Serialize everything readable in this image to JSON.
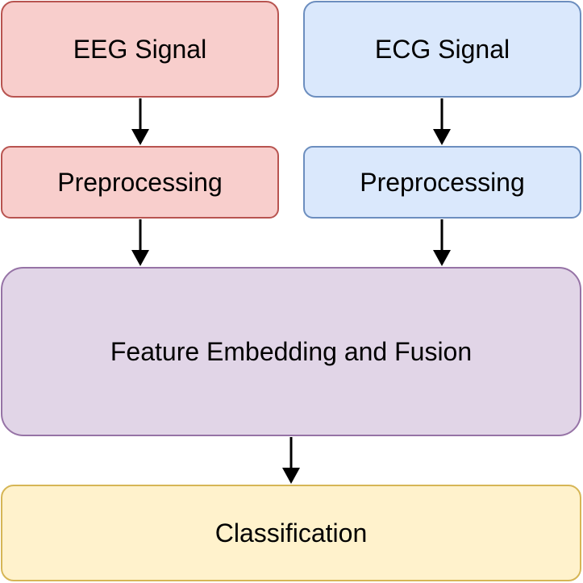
{
  "diagram": {
    "nodes": {
      "eeg_signal": "EEG Signal",
      "ecg_signal": "ECG Signal",
      "eeg_preprocessing": "Preprocessing",
      "ecg_preprocessing": "Preprocessing",
      "fusion": "Feature Embedding and Fusion",
      "classification": "Classification"
    },
    "edges": [
      {
        "from": "eeg_signal",
        "to": "eeg_preprocessing"
      },
      {
        "from": "ecg_signal",
        "to": "ecg_preprocessing"
      },
      {
        "from": "eeg_preprocessing",
        "to": "fusion"
      },
      {
        "from": "ecg_preprocessing",
        "to": "fusion"
      },
      {
        "from": "fusion",
        "to": "classification"
      }
    ],
    "colors": {
      "eeg_fill": "#f8cecc",
      "eeg_stroke": "#b85450",
      "ecg_fill": "#dae8fc",
      "ecg_stroke": "#6c8ebf",
      "fusion_fill": "#e1d5e7",
      "fusion_stroke": "#9673a6",
      "classification_fill": "#fff2cc",
      "classification_stroke": "#d6b656",
      "arrow": "#000000"
    }
  }
}
